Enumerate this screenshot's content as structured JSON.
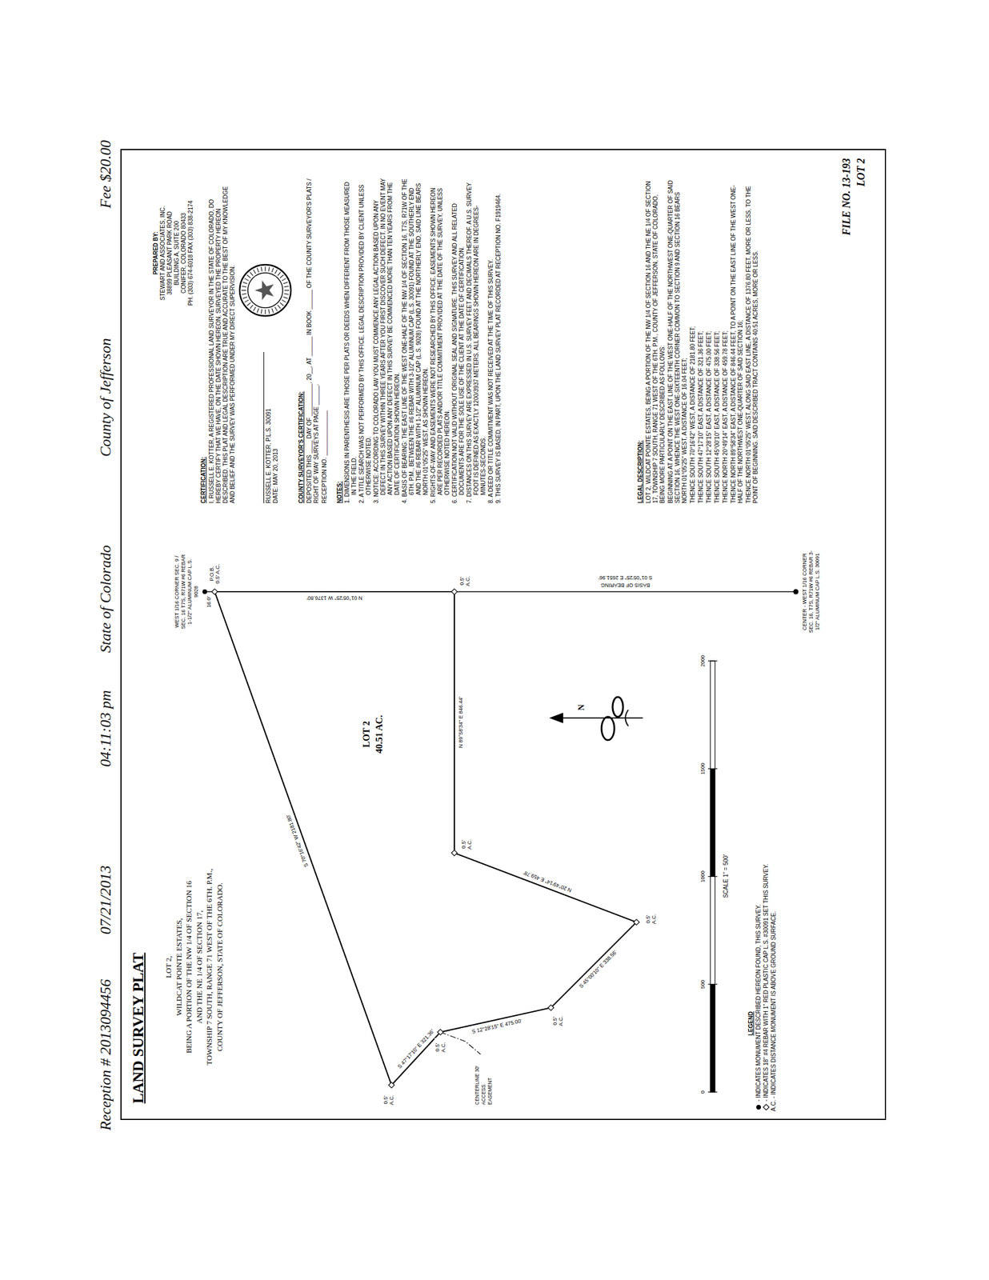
{
  "diagram": {
    "title": "LAND SURVEY PLAT",
    "labels": [
      "Reception # 2013094456",
      "07/21/2013",
      "04:11:03 pm",
      "State of Colorado",
      "County of Jefferson",
      "Fee $20.00",
      "LOT 2,",
      "WILDCAT POINTE ESTATES,",
      "BEING A PORTION OF THE NW 1/4 OF SECTION 16",
      "AND THE NE 1/4 OF SECTION 17,",
      "TOWNSHIP 7 SOUTH, RANGE 71 WEST OF THE 6TH. P.M.,",
      "COUNTY OF JEFFERSON, STATE OF COLORADO.",
      "WEST 1/16 CORNER SEC. 9 / SEC. 16 T7S, R71W #6 REBAR 1-1/2\" ALUMINUM CAP L.S. 9028",
      "P.O.B. 0.5' A.C.",
      "16.0'",
      "BASIS OF BEARING",
      "S 01°05'25\" E 2651.96'",
      "N 01°05'25\" W 1376.80'",
      "0.5' A.C.",
      "N 89°58'34\" E 846.44'",
      "0.5' A.C.",
      "N 20°49'14\" E 459.78'",
      "0.5' A.C.",
      "S 45°00'10\" E 338.56'",
      "0.5' A.C.",
      "S 12°28'15\" E 475.00'",
      "0.5' A.C.",
      "S 47°17'10\" E 321.36'",
      "0.5' A.C.",
      "S 70°16'42\" W 2181.80'",
      "CENTERLINE 30' ACCESS EASEMENT",
      "LOT 2",
      "40.51 AC.",
      "CENTER - WEST 1/16 CORNER SEC. 16, T7S, R71W #6 REBAR 3-1/2\" ALUMINUM CAP L.S. 30091",
      "N",
      "0",
      "500",
      "1000",
      "1500",
      "2000",
      "SCALE 1\" = 500'",
      "LEGEND",
      "PREPARED BY:",
      "STEWART AND ASSOCIATES, INC.",
      "38899 PLEASANT PARK ROAD",
      "BUILDING A, SUITE 200",
      "CONIFER, COLORADO 80433",
      "PH. (303) 674-6018 FAX (303) 838-2174",
      "CERTIFICATION:",
      "I, RUSSELL E. KOTTER, A REGISTERED PROFESSIONAL LAND SURVEYOR IN THE STATE OF COLORADO, DO HEREBY CERTIFY THAT WE HAVE, ON THE DATE SHOWN HEREON, SURVEYED THE PROPERTY HEREON DESCRIBED. THIS PLAT AND LEGAL DESCRIPTION ARE TRUE AND ACCURATE TO THE BEST OF MY KNOWLEDGE AND BELIEF AND THE SURVEY WAS PERFORMED UNDER MY DIRECT SUPERVISION.",
      "RUSSELL E. KOTTER, P.L.S. 30091",
      "DATE: MAY 20, 2013",
      "COUNTY SURVEYOR'S CERTIFICATION:",
      "DEPOSITED THIS ____ DAY OF __________, 20__, AT ______ IN BOOK ______ OF THE COUNTY SURVEYOR'S PLATS / RIGHT OF WAY SURVEYS AT PAGE ______.",
      "RECEPTION NO. ______________",
      "NOTES:",
      "1. DIMENSIONS IN PARENTHESIS ARE THOSE PER PLATS OR DEEDS WHEN DIFFERENT FROM THOSE MEASURED IN THE FIELD.",
      "2. A TITLE SEARCH WAS NOT PERFORMED BY THIS OFFICE. LEGAL DESCRIPTION PROVIDED BY CLIENT UNLESS OTHERWISE NOTED.",
      "3. NOTICE: ACCORDING TO COLORADO LAW YOU MUST COMMENCE ANY LEGAL ACTION BASED UPON ANY DEFECT IN THIS SURVEY WITHIN THREE YEARS AFTER YOU FIRST DISCOVER SUCH DEFECT. IN NO EVENT MAY ANY ACTION BASED UPON ANY DEFECT IN THIS SURVEY BE COMMENCED MORE THAN TEN YEARS FROM THE DATE OF CERTIFICATION SHOWN HEREON.",
      "4. BASIS OF BEARING: THE EAST LINE OF THE WEST ONE-HALF OF THE NW 1/4 OF SECTION 16, T7S, R71W OF THE 6TH. P.M., BETWEEN THE #6 REBAR WITH 3-1/2\" ALUMINUM CAP (L.S. 30091) FOUND AT THE SOUTHERLY END AND THE #6 REBAR WITH 1-1/2\" ALUMINUM CAP (L.S. 9028) FOUND AT THE NORTHERLY END, SAID LINE BEARS NORTH 01°05'25\" WEST, AS SHOWN HEREON.",
      "5. RIGHTS-OF-WAY AND EASEMENTS WERE NOT RESEARCHED BY THIS OFFICE. EASEMENTS SHOWN HEREON ARE PER RECORDED PLATS AND/OR TITLE COMMITMENT PROVIDED AT THE DATE OF THE SURVEY, UNLESS OTHERWISE NOTED HEREON.",
      "6. CERTIFICATION NOT VALID WITHOUT ORIGINAL SEAL AND SIGNATURE. THIS SURVEY AND ALL RELATED DOCUMENTS ARE FOR THE SOLE USE OF THE CLIENT AT THE DATE OF CERTIFICATION.",
      "7. DISTANCES ON THIS SURVEY ARE EXPRESSED IN U.S. SURVEY FEET AND DECIMALS THEREOF. A U.S. SURVEY FOOT IS DEFINED AS EXACTLY 1200/3937 METERS. ALL BEARINGS SHOWN HEREON ARE IN DEGREES-MINUTES-SECONDS.",
      "8. A DEED OR TITLE COMMITMENT WAS NOT RECEIVED AT THE TIME OF THIS SURVEY.",
      "9. THIS SURVEY IS BASED, IN PART, UPON THE LAND SURVEY PLAT RECORDED AT RECEPTION NO. F1919464.",
      "LEGAL DESCRIPTION:",
      "LOT 2, WILDCAT POINTE ESTATES, BEING A PORTION OF THE NW 1/4 OF SECTION 16 AND THE NE 1/4 OF SECTION 17, TOWNSHIP 7 SOUTH, RANGE 71 WEST OF THE 6TH. P.M., COUNTY OF JEFFERSON, STATE OF COLORADO, BEING MORE PARTICULARLY DESCRIBED AS FOLLOWS:",
      "BEGINNING AT A POINT ON THE EAST LINE OF THE WEST ONE-HALF OF THE NORTHWEST ONE-QUARTER OF SAID SECTION 16, WHENCE THE WEST ONE-SIXTEENTH CORNER COMMON TO SECTION 9 AND SECTION 16 BEARS NORTH 01°05'25\" WEST, A DISTANCE OF 16.04 FEET;",
      "THENCE SOUTH 70°16'42\" WEST, A DISTANCE OF 2181.80 FEET;",
      "THENCE SOUTH 47°17'10\" EAST, A DISTANCE OF 321.36 FEET;",
      "THENCE SOUTH 12°28'15\" EAST, A DISTANCE OF 475.00 FEET;",
      "THENCE SOUTH 45°00'10\" EAST, A DISTANCE OF 338.56 FEET;",
      "THENCE NORTH 20°49'14\" EAST, A DISTANCE OF 459.78 FEET;",
      "THENCE NORTH 89°58'34\" EAST, A DISTANCE OF 846.44 FEET, TO A POINT ON THE EAST LINE OF THE WEST ONE-HALF OF THE NORTHWEST ONE-QUARTER OF SAID SECTION 16;",
      "THENCE NORTH 01°05'25\" WEST, ALONG SAID EAST LINE, A DISTANCE OF 1376.80 FEET, MORE OR LESS, TO THE POINT OF BEGINNING. SAID DESCRIBED TRACT CONTAINS 40.51 ACRES, MORE OR LESS.",
      "FILE NO. 13-193",
      "LOT 2"
    ],
    "legend": [
      {
        "text": "- INDICATES MONUMENT DESCRIBED HEREON FOUND, THIS SURVEY."
      },
      {
        "text": "- INDICATES 18\" #4 REBAR WITH 1\" RED PLASTIC CAP L.S. #30091 SET THIS SURVEY."
      },
      {
        "text": "A.C. - INDICATES DISTANCE MONUMENT IS ABOVE GROUND SURFACE."
      }
    ]
  }
}
